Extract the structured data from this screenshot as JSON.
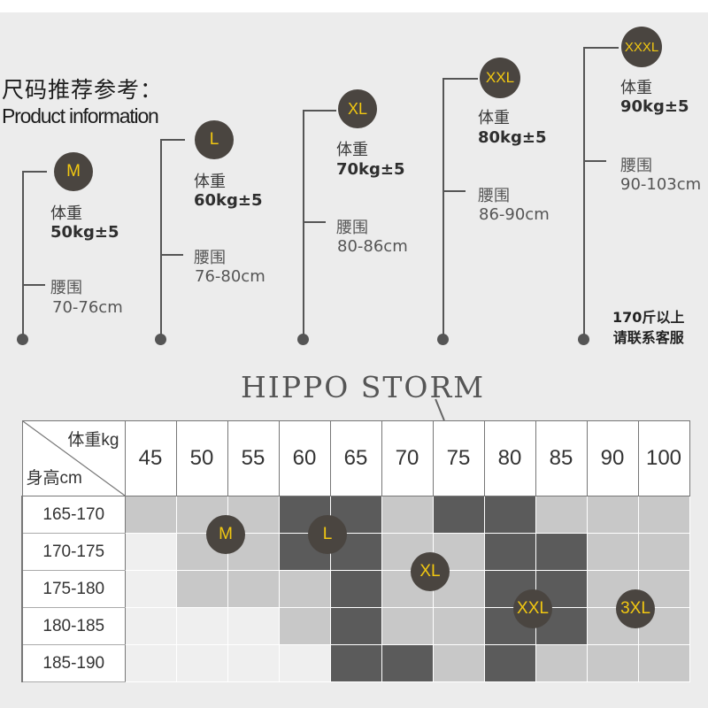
{
  "header": {
    "title_cn": "尺码推荐参考：",
    "title_en": "Product information"
  },
  "sizes": [
    {
      "size": "M",
      "weight_label": "体重",
      "weight": "50kg±5",
      "waist_label": "腰围",
      "waist": "70-76cm"
    },
    {
      "size": "L",
      "weight_label": "体重",
      "weight": "60kg±5",
      "waist_label": "腰围",
      "waist": "76-80cm"
    },
    {
      "size": "XL",
      "weight_label": "体重",
      "weight": "70kg±5",
      "waist_label": "腰围",
      "waist": "80-86cm"
    },
    {
      "size": "XXL",
      "weight_label": "体重",
      "weight": "80kg±5",
      "waist_label": "腰围",
      "waist": "86-90cm"
    },
    {
      "size": "XXXL",
      "weight_label": "体重",
      "weight": "90kg±5",
      "waist_label": "腰围",
      "waist": "90-103cm"
    }
  ],
  "contact_note": {
    "line1": "170斤以上",
    "line2": "请联系客服"
  },
  "brand": "HIPPO STORM",
  "table": {
    "weight_header": "体重kg",
    "height_header": "身高cm",
    "weights": [
      "45",
      "50",
      "55",
      "60",
      "65",
      "70",
      "75",
      "80",
      "85",
      "90",
      "100"
    ],
    "heights": [
      "165-170",
      "170-175",
      "175-180",
      "180-185",
      "185-190"
    ],
    "shade_scale": {
      "d": "dark",
      "m": "medium",
      "l": "light"
    },
    "shades": [
      [
        "m",
        "m",
        "m",
        "d",
        "d",
        "m",
        "d",
        "d",
        "m",
        "m",
        "m"
      ],
      [
        "l",
        "m",
        "m",
        "d",
        "d",
        "m",
        "m",
        "d",
        "d",
        "m",
        "m"
      ],
      [
        "l",
        "m",
        "m",
        "m",
        "d",
        "m",
        "m",
        "d",
        "d",
        "m",
        "m"
      ],
      [
        "l",
        "l",
        "l",
        "m",
        "d",
        "m",
        "m",
        "d",
        "d",
        "m",
        "m"
      ],
      [
        "l",
        "l",
        "l",
        "l",
        "d",
        "d",
        "m",
        "d",
        "m",
        "m",
        "m"
      ]
    ],
    "markers": [
      "M",
      "L",
      "XL",
      "XXL",
      "3XL"
    ]
  },
  "colors": {
    "badge_bg": "#4a4540",
    "badge_text": "#f2c811",
    "dark": "#5b5b5b",
    "medium": "#c8c8c8",
    "light": "#efefef"
  }
}
